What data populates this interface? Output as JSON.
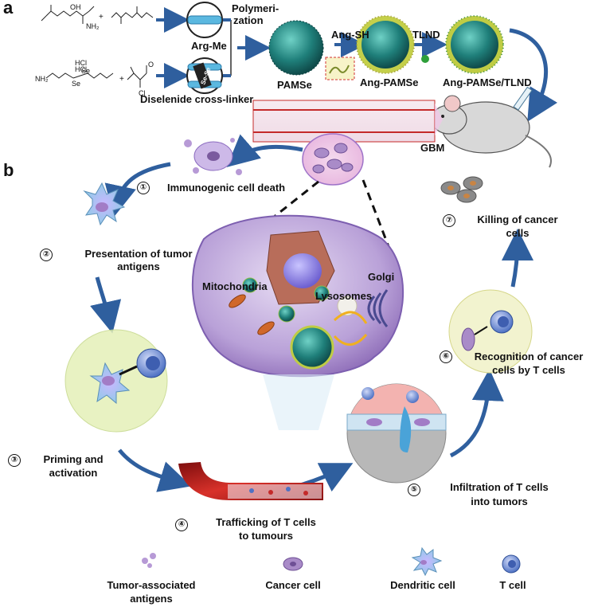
{
  "panel_labels": {
    "a": "a",
    "b": "b"
  },
  "synthesis": {
    "monomer_product": "Arg-Me",
    "polymerization": [
      "Polymeri-",
      "zation"
    ],
    "crosslinker": "Diselenide cross-linker",
    "se_se_text": "Se-Se",
    "chem": {
      "oh": "OH",
      "o": "O",
      "nh2": "NH₂",
      "hcl": "HCl",
      "se": "Se",
      "cl": "Cl",
      "plus": "+"
    },
    "nanoparticle_1": "PAMSe",
    "step_1": "Ang-SH",
    "nanoparticle_2": "Ang-PAMSe",
    "step_2": "TLND",
    "nanoparticle_3": "Ang-PAMSe/TLND",
    "tumor_site": "GBM"
  },
  "cycle": {
    "steps": [
      {
        "number": "①",
        "label": "Immunogenic cell death"
      },
      {
        "number": "②",
        "label_lines": [
          "Presentation of tumor",
          "antigens"
        ]
      },
      {
        "number": "③",
        "label_lines": [
          "Priming and",
          "activation"
        ]
      },
      {
        "number": "④",
        "label_lines": [
          "Trafficking of T cells",
          "to tumours"
        ]
      },
      {
        "number": "⑤",
        "label_lines": [
          "Infiltration of T cells",
          "into tumors"
        ]
      },
      {
        "number": "⑥",
        "label_lines": [
          "Recognition of cancer",
          "cells by T cells"
        ]
      },
      {
        "number": "⑦",
        "label_lines": [
          "Killing of cancer",
          "cells"
        ]
      }
    ]
  },
  "organelles": {
    "mitochondria": "Mitochondria",
    "lysosomes": "Lysosomes",
    "golgi": "Golgi"
  },
  "legend": [
    {
      "icon": "tumor-antigen-icon",
      "label_lines": [
        "Tumor-associated",
        "antigens"
      ]
    },
    {
      "icon": "cancer-cell-icon",
      "label_lines": [
        "Cancer cell"
      ]
    },
    {
      "icon": "dendritic-cell-icon",
      "label_lines": [
        "Dendritic cell"
      ]
    },
    {
      "icon": "t-cell-icon",
      "label_lines": [
        "T cell"
      ]
    }
  ],
  "colors": {
    "arrow": "#2f5f9e",
    "cancer_cell": "#a98bc8",
    "dendritic_cell": "#8ecbe6",
    "t_cell": "#4f72c4",
    "blood_vessel": "#c42a2a",
    "nanoparticle": "#1f6b6a",
    "cell_membrane": "#b59ad6"
  }
}
